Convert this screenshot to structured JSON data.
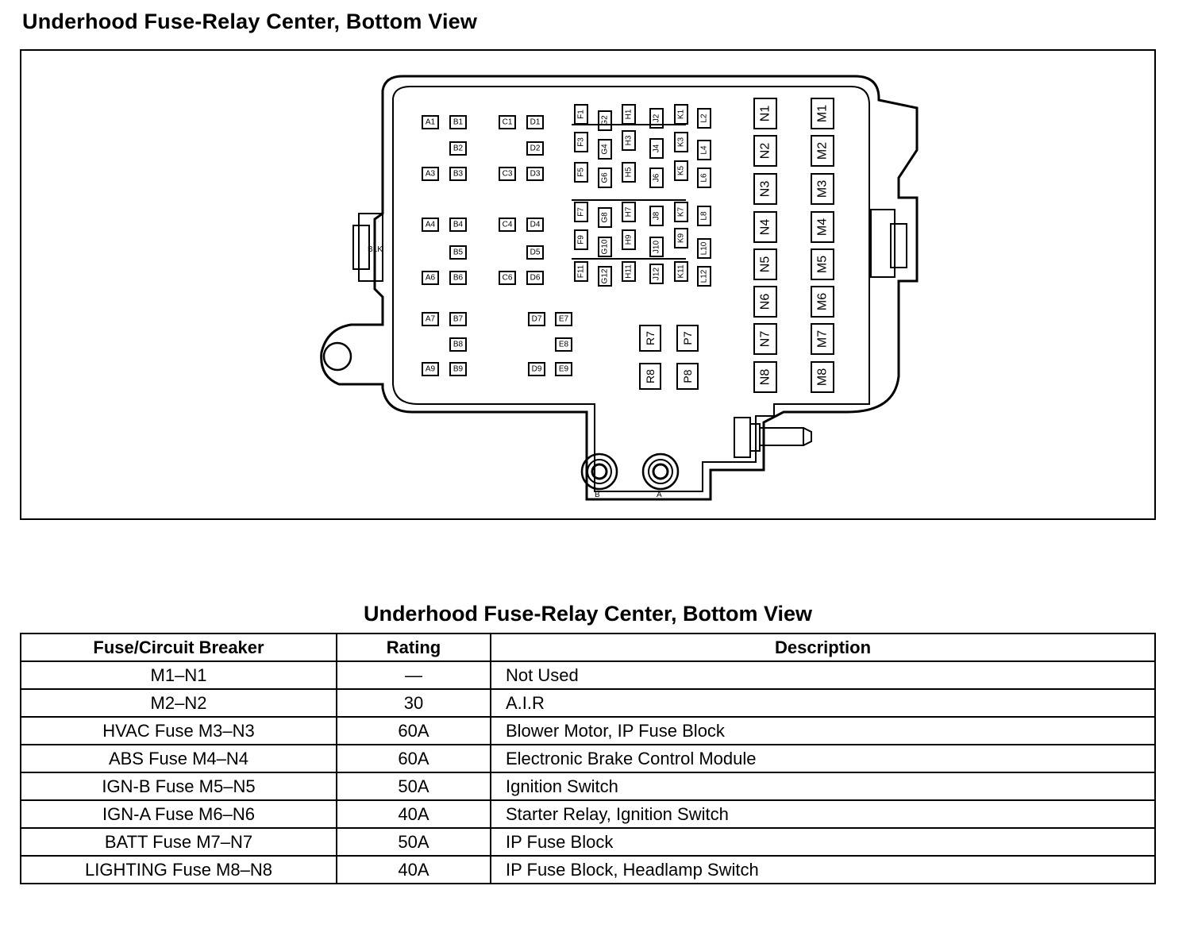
{
  "page_title": "Underhood Fuse-Relay Center, Bottom View",
  "diagram": {
    "blk_label": "BLK",
    "terminal_b": "B",
    "terminal_a": "A",
    "fuses_small": [
      "A1",
      "B1",
      "C1",
      "D1",
      "B2",
      "D2",
      "A3",
      "B3",
      "C3",
      "D3",
      "A4",
      "B4",
      "C4",
      "D4",
      "B5",
      "D5",
      "A6",
      "B6",
      "C6",
      "D6",
      "A7",
      "B7",
      "D7",
      "E7",
      "B8",
      "E8",
      "A9",
      "B9",
      "D9",
      "E9"
    ],
    "fuses_rotated": [
      "F1",
      "G2",
      "H1",
      "J2",
      "K1",
      "L2",
      "F3",
      "G4",
      "H3",
      "J4",
      "K3",
      "L4",
      "F5",
      "G6",
      "H5",
      "J6",
      "K5",
      "L6",
      "F7",
      "G8",
      "H7",
      "J8",
      "K7",
      "L8",
      "F9",
      "G10",
      "H9",
      "J10",
      "K9",
      "L10",
      "F11",
      "G12",
      "H11",
      "J12",
      "K11",
      "L12"
    ],
    "relays": [
      "R7",
      "P7",
      "R8",
      "P8"
    ],
    "n_column": [
      "N1",
      "N2",
      "N3",
      "N4",
      "N5",
      "N6",
      "N7",
      "N8"
    ],
    "m_column": [
      "M1",
      "M2",
      "M3",
      "M4",
      "M5",
      "M6",
      "M7",
      "M8"
    ]
  },
  "table": {
    "title": "Underhood Fuse-Relay Center, Bottom View",
    "headers": [
      "Fuse/Circuit Breaker",
      "Rating",
      "Description"
    ],
    "rows": [
      {
        "name": "M1–N1",
        "rating": "—",
        "description": "Not Used"
      },
      {
        "name": "M2–N2",
        "rating": "30",
        "description": "A.I.R"
      },
      {
        "name": "HVAC Fuse M3–N3",
        "rating": "60A",
        "description": "Blower Motor, IP Fuse Block"
      },
      {
        "name": "ABS Fuse M4–N4",
        "rating": "60A",
        "description": "Electronic Brake Control Module"
      },
      {
        "name": "IGN-B Fuse M5–N5",
        "rating": "50A",
        "description": "Ignition Switch"
      },
      {
        "name": "IGN-A Fuse M6–N6",
        "rating": "40A",
        "description": "Starter Relay, Ignition Switch"
      },
      {
        "name": "BATT Fuse M7–N7",
        "rating": "50A",
        "description": "IP Fuse Block"
      },
      {
        "name": "LIGHTING Fuse M8–N8",
        "rating": "40A",
        "description": "IP Fuse Block, Headlamp Switch"
      }
    ]
  }
}
